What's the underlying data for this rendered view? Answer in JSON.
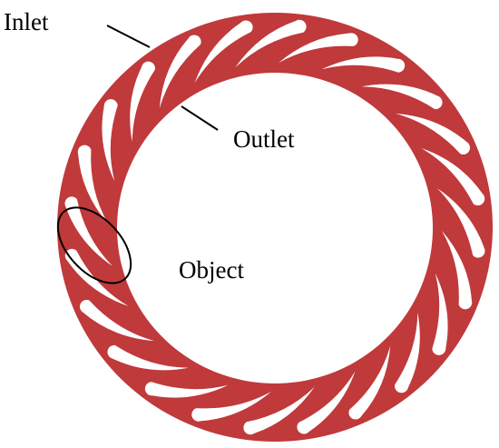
{
  "labels": {
    "inlet": "Inlet",
    "outlet": "Outlet",
    "object": "Object"
  },
  "colors": {
    "ring": "#c0393b",
    "channel": "#ffffff",
    "leader": "#000000",
    "highlight": "#000000"
  },
  "ring": {
    "channel_count": 24
  }
}
